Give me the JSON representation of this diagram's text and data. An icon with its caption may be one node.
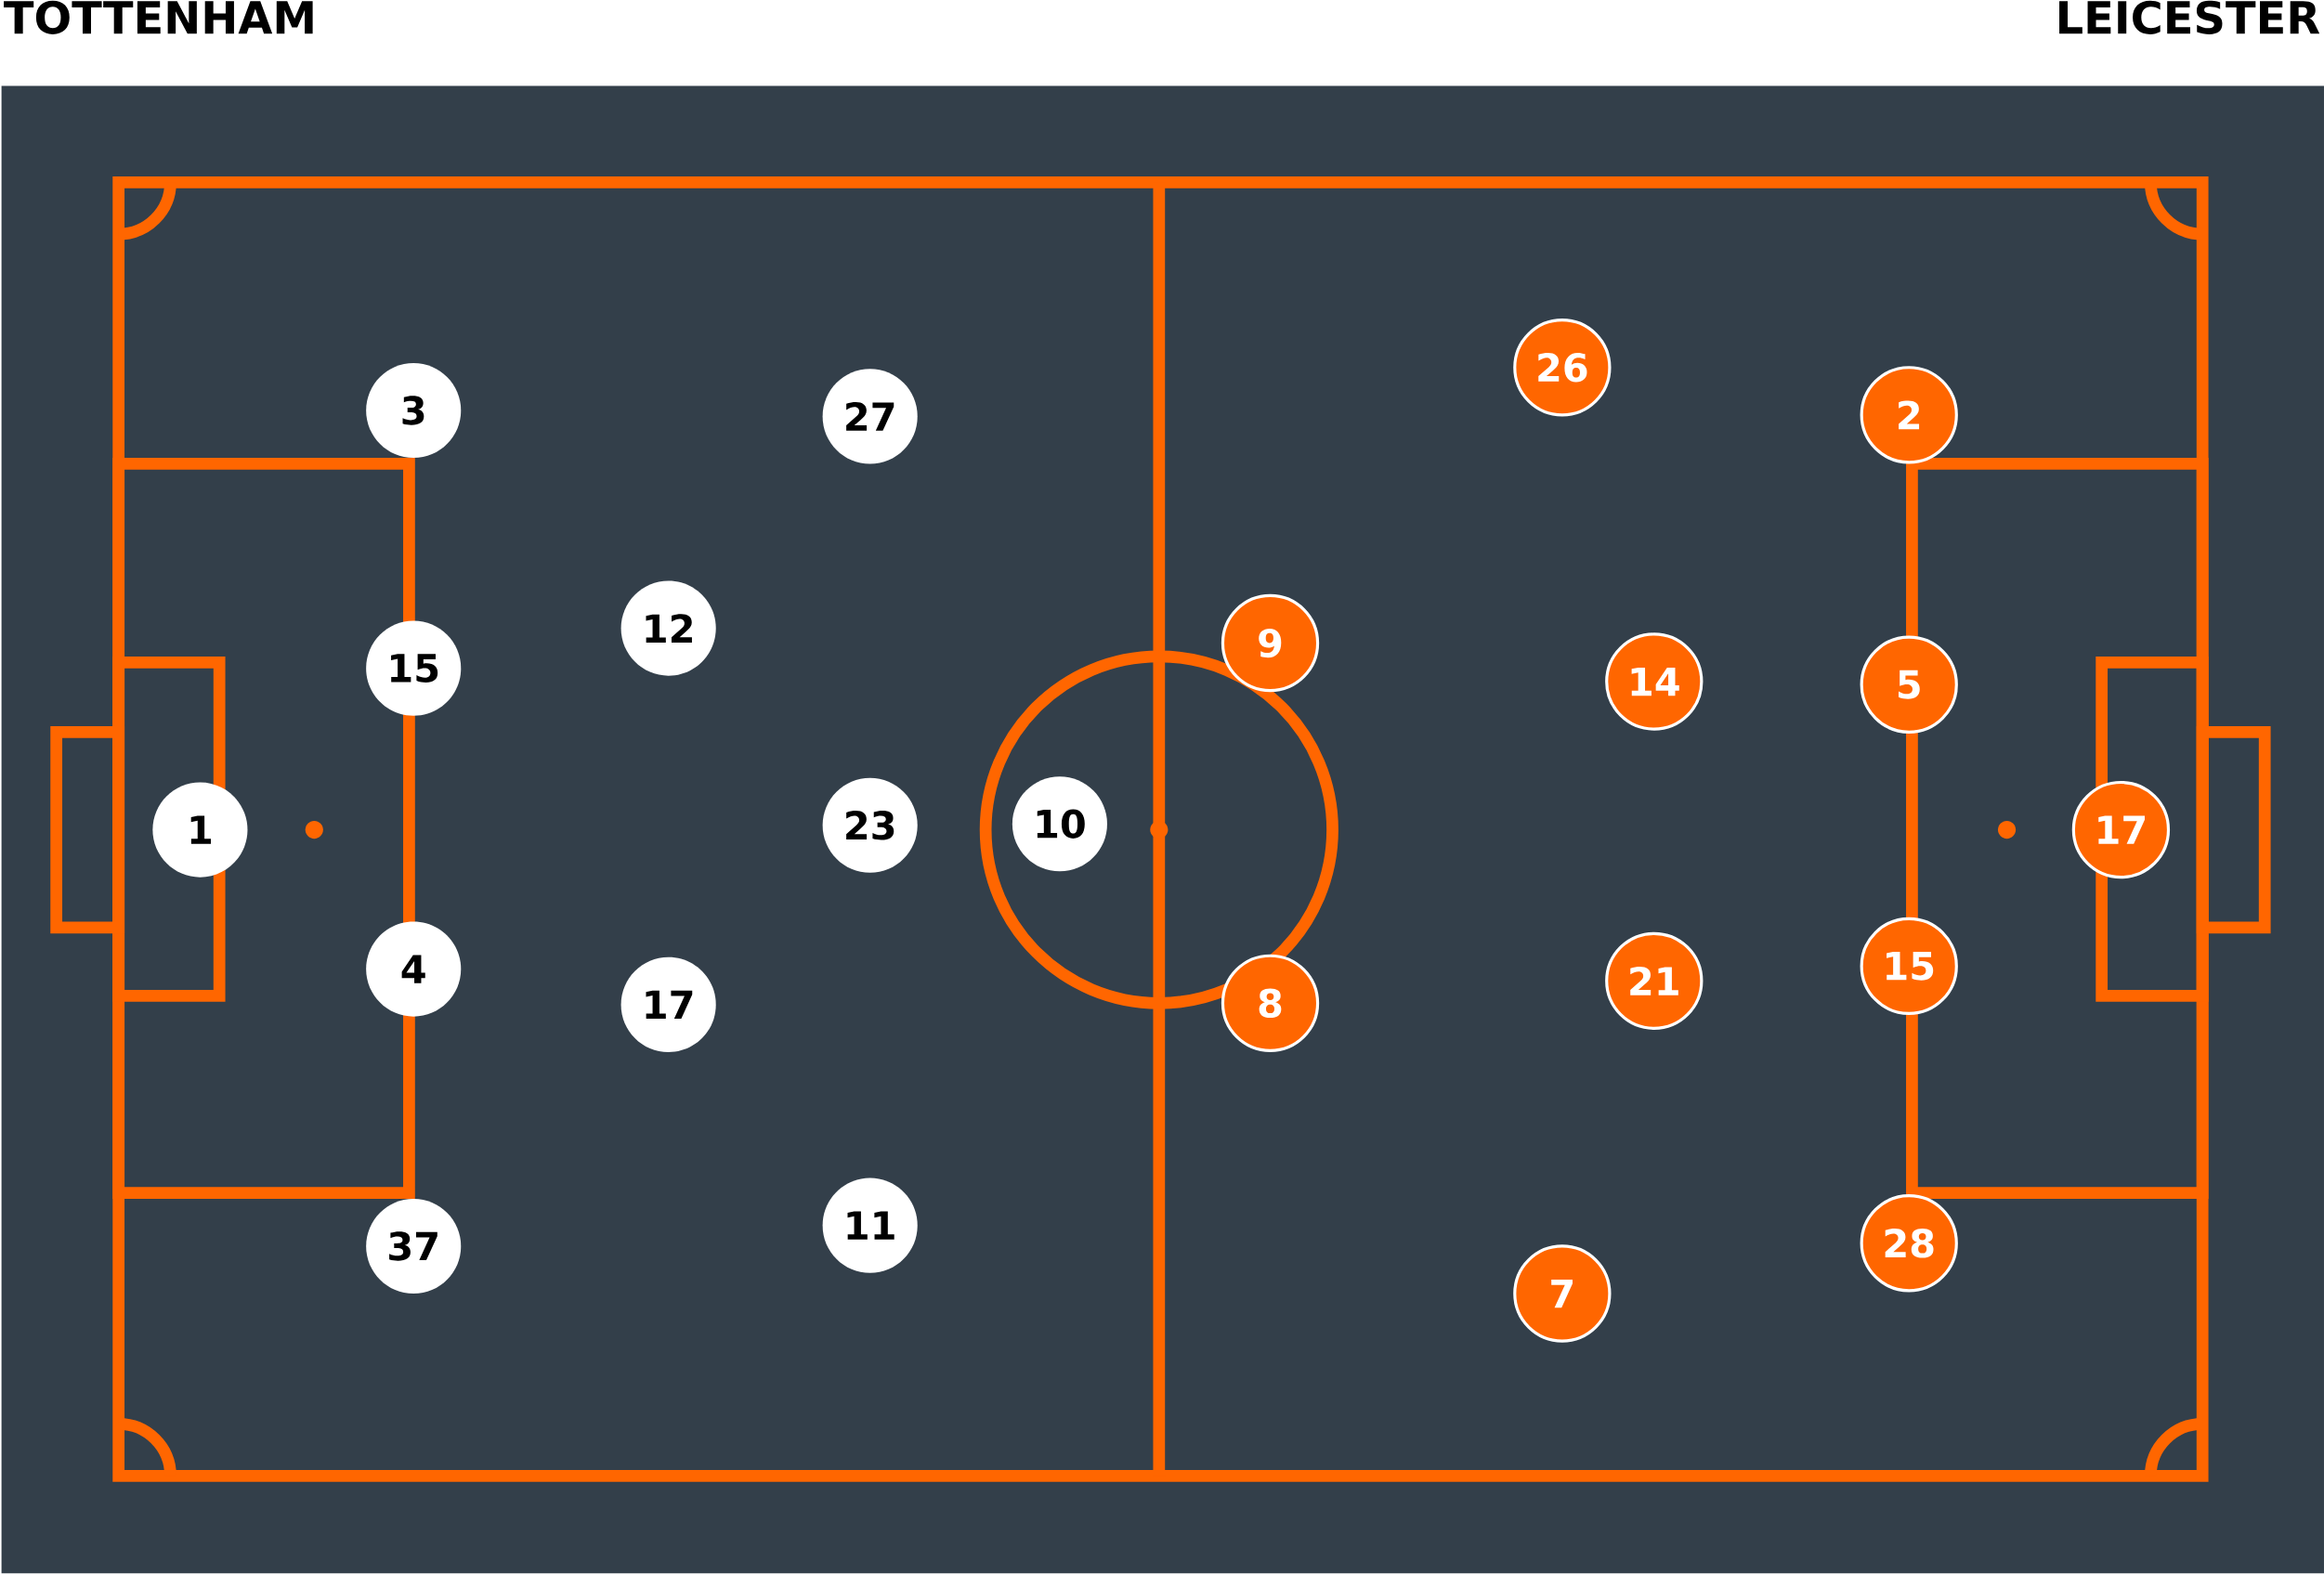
{
  "diagram": {
    "nodes": [
      {
        "text": [
          "1"
        ]
      },
      {
        "text": [
          "3"
        ]
      },
      {
        "text": [
          "15"
        ]
      },
      {
        "text": [
          "4"
        ]
      },
      {
        "text": [
          "37"
        ]
      },
      {
        "text": [
          "12"
        ]
      },
      {
        "text": [
          "17"
        ]
      },
      {
        "text": [
          "27"
        ]
      },
      {
        "text": [
          "23"
        ]
      },
      {
        "text": [
          "11"
        ]
      },
      {
        "text": [
          "10"
        ]
      },
      {
        "text": [
          "26"
        ]
      },
      {
        "text": [
          "9"
        ]
      },
      {
        "text": [
          "8"
        ]
      },
      {
        "text": [
          "7"
        ]
      },
      {
        "text": [
          "14"
        ]
      },
      {
        "text": [
          "21"
        ]
      },
      {
        "text": [
          "2"
        ]
      },
      {
        "text": [
          "5"
        ]
      },
      {
        "text": [
          "15"
        ]
      },
      {
        "text": [
          "28"
        ]
      },
      {
        "text": [
          "17"
        ]
      }
    ],
    "labels": [
      "TOTTENHAM",
      "LEICESTER"
    ]
  }
}
